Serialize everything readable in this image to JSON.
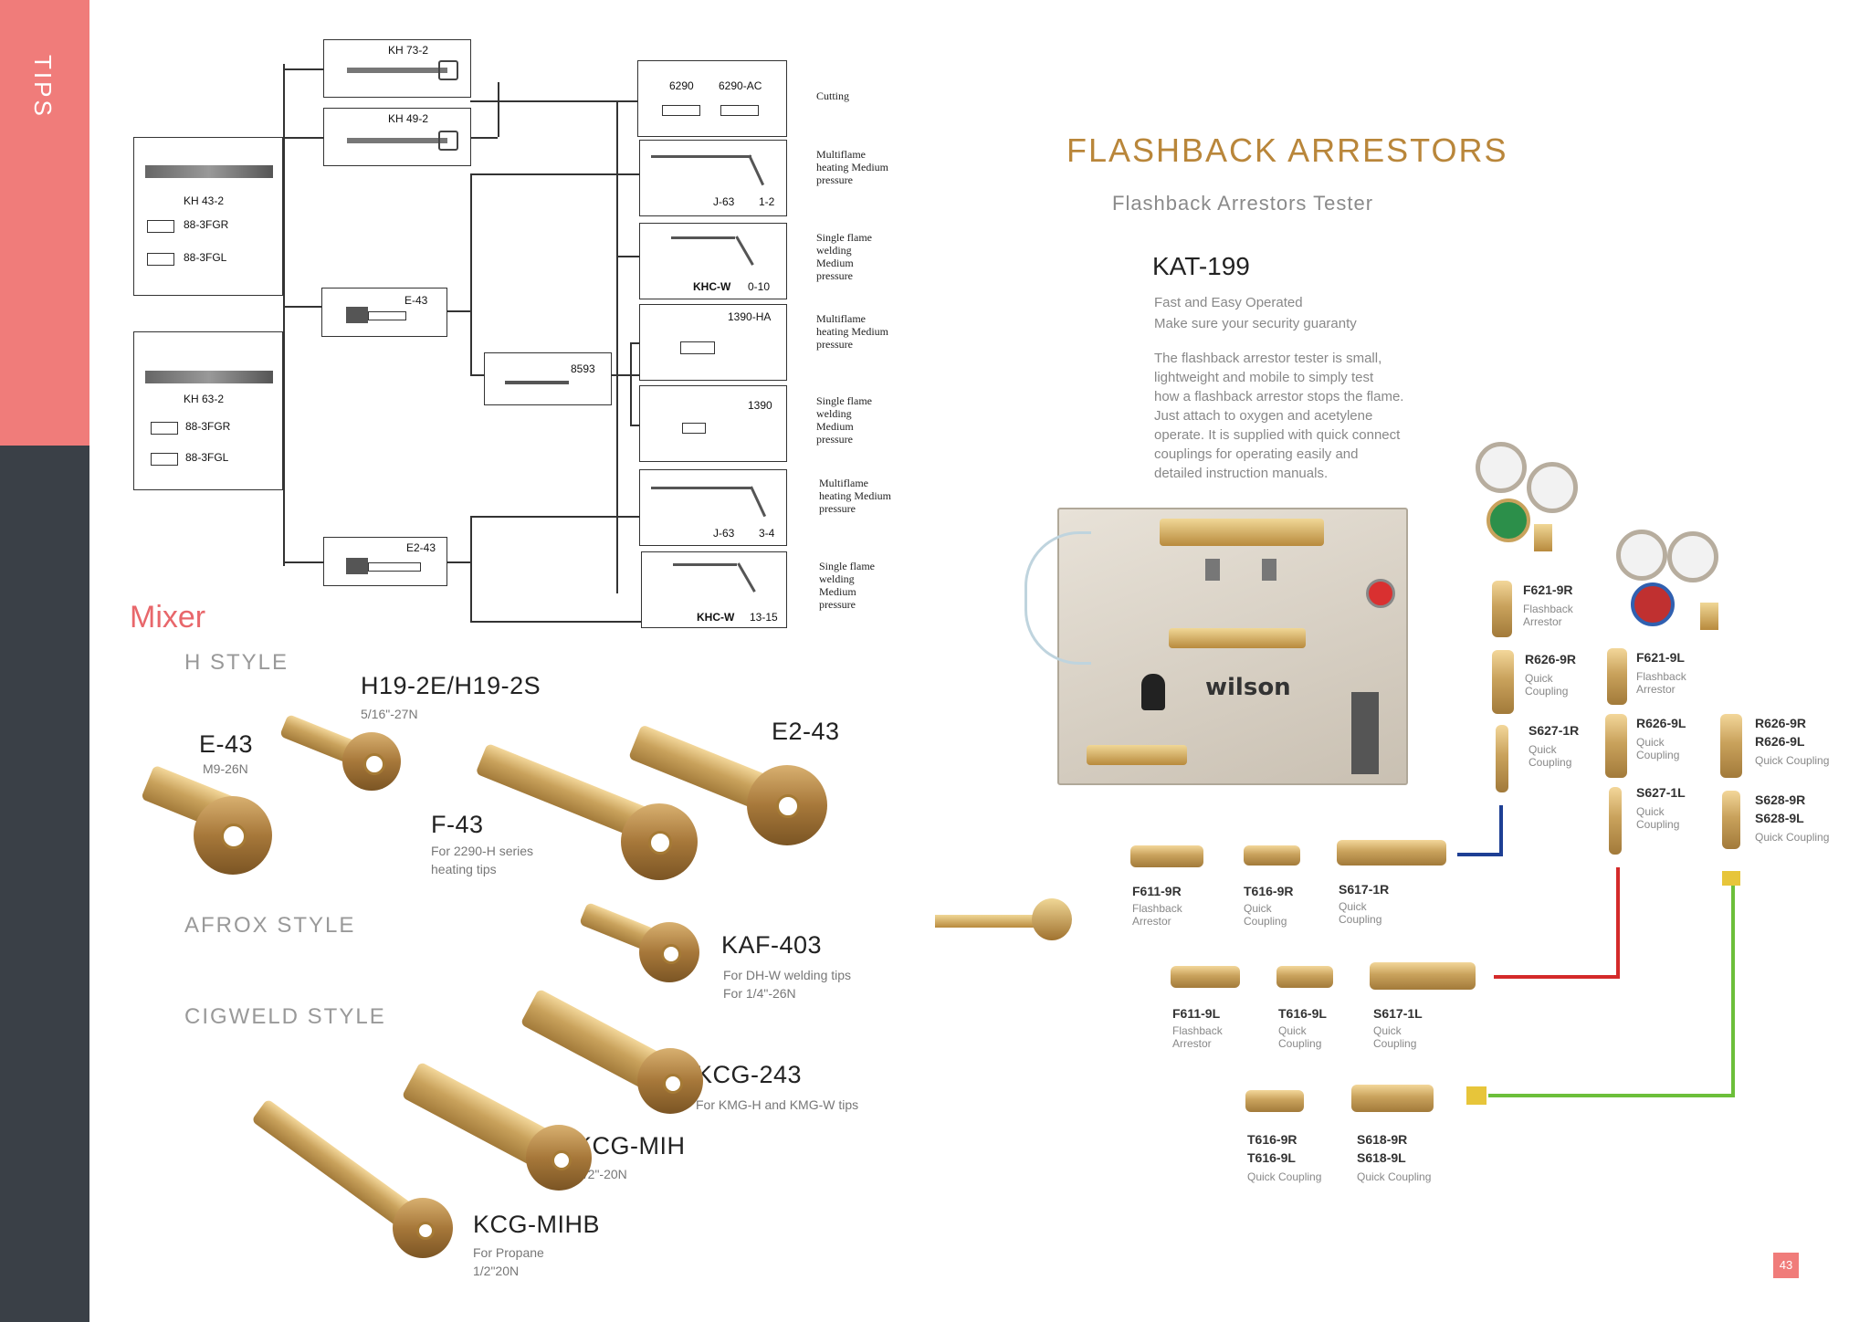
{
  "sidebar": {
    "label": "TIPS"
  },
  "diagram": {
    "torches": [
      {
        "label": "KH 43-2",
        "fittings": [
          "88-3FGR",
          "88-3FGL"
        ]
      },
      {
        "label": "KH 63-2",
        "fittings": [
          "88-3FGR",
          "88-3FGL"
        ]
      }
    ],
    "handles": [
      "KH 73-2",
      "KH 49-2"
    ],
    "mixers": [
      "E-43",
      "E2-43"
    ],
    "extension": "8593",
    "tips": [
      {
        "labels": [
          "6290",
          "6290-AC"
        ],
        "note": "Cutting"
      },
      {
        "labels": [
          "J-63",
          "1-2"
        ],
        "note": "Multiflame heating Medium pressure"
      },
      {
        "labels": [
          "KHC-W",
          "0-10"
        ],
        "note": "Single flame welding Medium pressure"
      },
      {
        "labels": [
          "1390-HA"
        ],
        "note": "Multiflame heating Medium pressure"
      },
      {
        "labels": [
          "1390"
        ],
        "note": "Single flame welding Medium pressure"
      },
      {
        "labels": [
          "J-63",
          "3-4"
        ],
        "note": "Multiflame heating Medium pressure"
      },
      {
        "labels": [
          "KHC-W",
          "13-15"
        ],
        "note": "Single flame welding Medium pressure"
      }
    ]
  },
  "mixer": {
    "heading": "Mixer",
    "h_style": "H STYLE",
    "afrox_style": "AFROX STYLE",
    "cigweld_style": "CIGWELD STYLE",
    "products": {
      "h19": {
        "name": "H19-2E/H19-2S",
        "sub": "5/16\"-27N"
      },
      "e43": {
        "name": "E-43",
        "sub": "M9-26N"
      },
      "f43": {
        "name": "F-43",
        "sub1": "For 2290-H series",
        "sub2": "heating tips"
      },
      "e243": {
        "name": "E2-43"
      },
      "kaf403": {
        "name": "KAF-403",
        "sub1": "For DH-W welding tips",
        "sub2": "For 1/4\"-26N"
      },
      "kcg243": {
        "name": "KCG-243",
        "sub": "For KMG-H and KMG-W tips"
      },
      "kcgmih": {
        "name": "KCG-MIH",
        "sub": "1/2\"-20N"
      },
      "kcgmihb": {
        "name": "KCG-MIHB",
        "sub1": "For Propane",
        "sub2": "1/2\"20N"
      }
    }
  },
  "flashback": {
    "title": "FLASHBACK ARRESTORS",
    "subtitle": "Flashback Arrestors Tester",
    "model": "KAT-199",
    "lines": [
      "Fast and Easy Operated",
      "Make sure your security guaranty"
    ],
    "description": [
      "The flashback arrestor tester is small,",
      "lightweight and mobile to simply test",
      "how a flashback arrestor stops the flame.",
      "Just attach to oxygen and acetylene",
      "operate. It is supplied with quick connect",
      "couplings for operating easily and",
      "detailed instruction manuals."
    ],
    "brand": "wilson",
    "parts": {
      "f621_9r": {
        "name": "F621-9R",
        "sub": "Flashback Arrestor"
      },
      "r626_9r": {
        "name": "R626-9R",
        "sub": "Quick Coupling"
      },
      "s627_1r": {
        "name": "S627-1R",
        "sub": "Quick Coupling"
      },
      "f621_9l": {
        "name": "F621-9L",
        "sub": "Flashback Arrestor"
      },
      "r626_9l": {
        "name": "R626-9L",
        "sub": "Quick Coupling"
      },
      "s627_1l": {
        "name": "S627-1L",
        "sub": "Quick Coupling"
      },
      "r626_pair": {
        "name1": "R626-9R",
        "name2": "R626-9L",
        "sub": "Quick Coupling"
      },
      "s628_pair": {
        "name1": "S628-9R",
        "name2": "S628-9L",
        "sub": "Quick Coupling"
      },
      "f611_9r": {
        "name": "F611-9R",
        "sub": "Flashback Arrestor"
      },
      "t616_9r": {
        "name": "T616-9R",
        "sub": "Quick Coupling"
      },
      "s617_1r": {
        "name": "S617-1R",
        "sub": "Quick Coupling"
      },
      "f611_9l": {
        "name": "F611-9L",
        "sub": "Flashback Arrestor"
      },
      "t616_9l": {
        "name": "T616-9L",
        "sub": "Quick Coupling"
      },
      "s617_1l": {
        "name": "S617-1L",
        "sub": "Quick Coupling"
      },
      "t616_pair": {
        "name1": "T616-9R",
        "name2": "T616-9L",
        "sub": "Quick Coupling"
      },
      "s618_pair": {
        "name1": "S618-9R",
        "name2": "S618-9L",
        "sub": "Quick Coupling"
      }
    },
    "line_colors": {
      "blue": "#1e3f94",
      "red": "#d42a2a",
      "green": "#6cbf3a"
    }
  },
  "page_number": "43",
  "colors": {
    "accent": "#f07c7a",
    "dark": "#3a4047",
    "title_gold": "#b9863a"
  }
}
